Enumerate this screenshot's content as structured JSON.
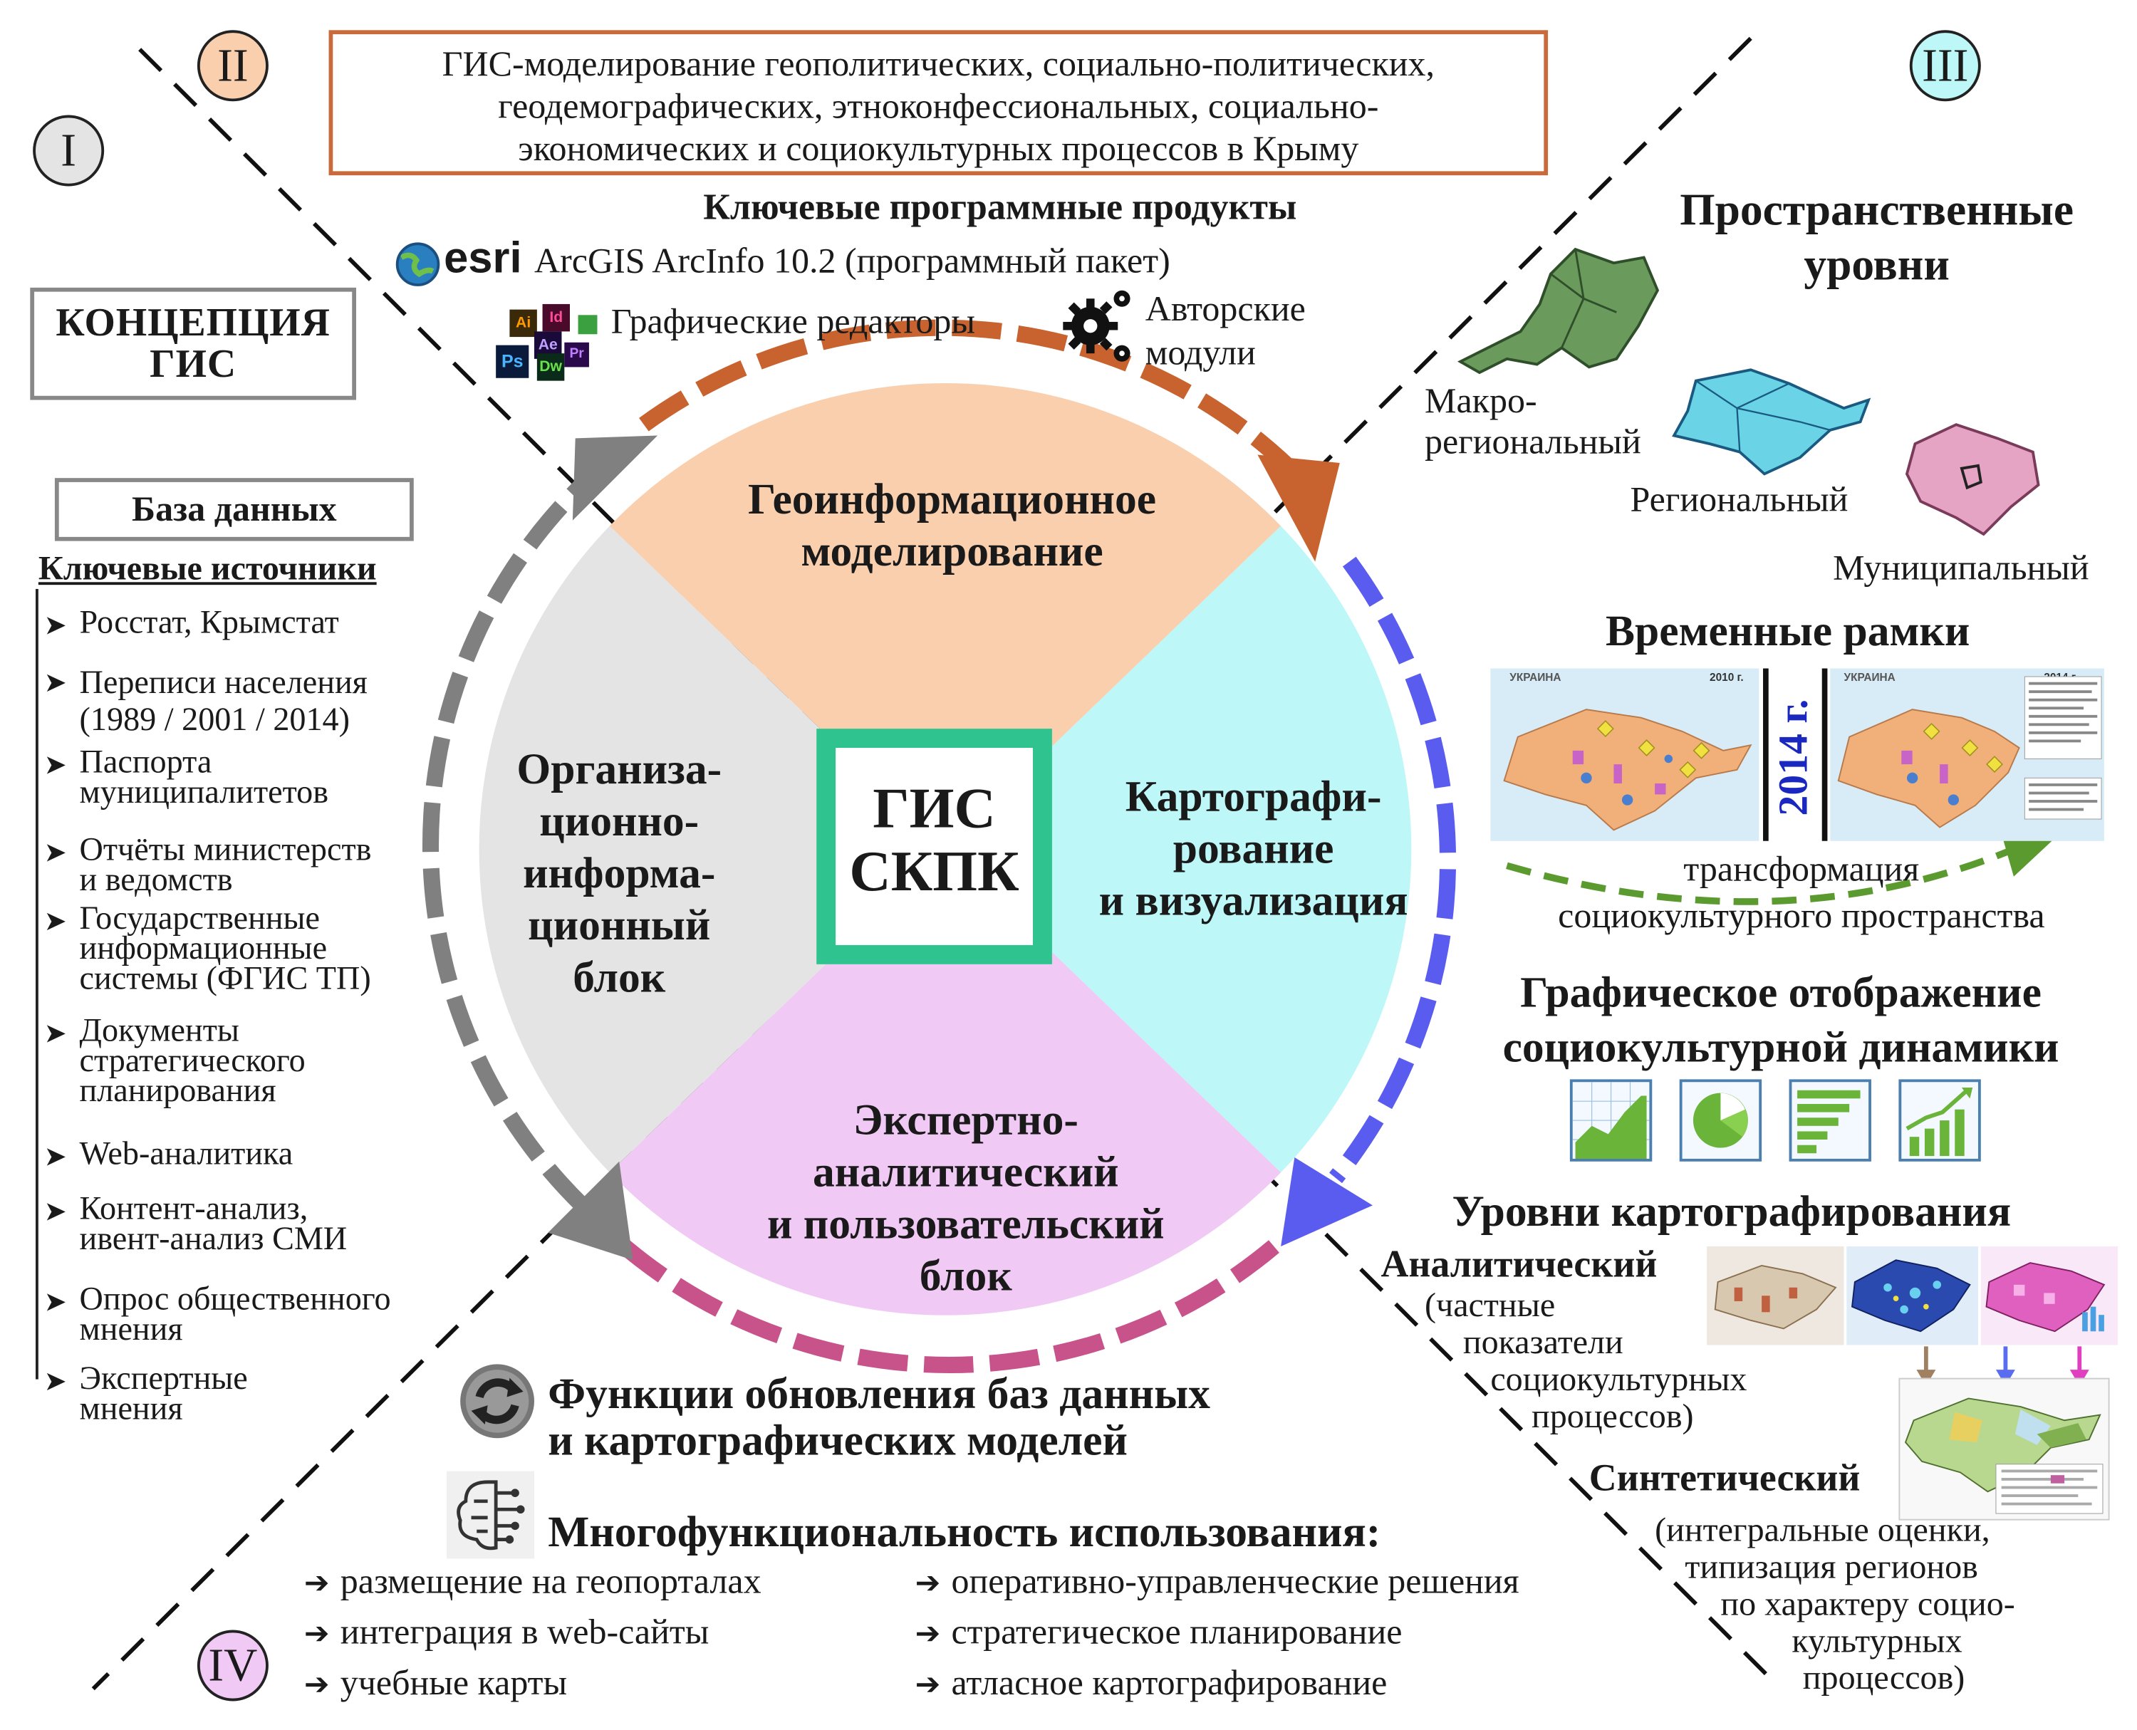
{
  "header": {
    "title_lines": [
      "ГИС-моделирование геополитических, социально-политических,",
      "геодемографических, этноконфессиональных, социально-",
      "экономических и социокультурных процессов в Крыму"
    ]
  },
  "quadrants": {
    "q1": "I",
    "q2": "II",
    "q3": "III",
    "q4": "IV"
  },
  "concept_lines": [
    "КОНЦЕПЦИЯ",
    "ГИС"
  ],
  "software": {
    "heading": "Ключевые программные продукты",
    "esri_logo": "esri",
    "arcgis": "ArcGIS ArcInfo 10.2 (программный пакет)",
    "graphics": "Графические редакторы",
    "modules_lines": [
      "Авторские",
      "модули"
    ],
    "adobe_icons": [
      "Ai",
      "Id",
      "Ae",
      "Ps",
      "Dw",
      "Pr"
    ],
    "icons": {
      "globe": "globe-icon",
      "gear": "gear-icon"
    }
  },
  "database": {
    "title": "База данных",
    "sources_title": "Ключевые источники",
    "sources": [
      "Росстат, Крымстат",
      "Переписи населения\n(1989 / 2001 / 2014)",
      "Паспорта\nмуниципалитетов",
      "Отчёты министерств\nи ведомств",
      "Государственные\nинформационные\nсистемы (ФГИС ТП)",
      "Документы\nстратегического\nпланирования",
      "Web-аналитика",
      "Контент-анализ,\nивент-анализ СМИ",
      "Опрос общественного\nмнения",
      "Экспертные\nмнения"
    ]
  },
  "center": {
    "lines": [
      "ГИС",
      "СКПК"
    ]
  },
  "sectors": {
    "top": "Геоинформационное\nмоделирование",
    "right": "Картографи-\nрование\nи визуализация",
    "bottom": "Экспертно-\nаналитический\nи пользовательский\nблок",
    "left": "Организа-\nционно-\nинформа-\nционный\nблок"
  },
  "colors": {
    "top_fill": "#f9cfae",
    "top_arc": "#c8622e",
    "right_fill": "#bdf7f7",
    "right_arc": "#5a5cf0",
    "bottom_fill": "#f0c9f5",
    "bottom_arc": "#c8528a",
    "left_fill": "#e4e4e4",
    "left_arc": "#808080",
    "center_border": "#2fc48f"
  },
  "spatial": {
    "heading_lines": [
      "Пространственные",
      "уровни"
    ],
    "levels": [
      {
        "label_lines": [
          "Макро-",
          "региональный"
        ],
        "color": "#6a9a5c"
      },
      {
        "label_lines": [
          "Региональный"
        ],
        "color": "#6ad4e6"
      },
      {
        "label_lines": [
          "Муниципальный"
        ],
        "color": "#e6a4c4"
      }
    ]
  },
  "time": {
    "heading": "Временные рамки",
    "year": "2014 г.",
    "caption_lines": [
      "трансформация",
      "социокультурного пространства"
    ],
    "map_left_label": "УКРАИНА",
    "map_right_label": "УКРАИНА",
    "map_left_year": "2010 г.",
    "map_right_year": "2014 г."
  },
  "graphics": {
    "heading_lines": [
      "Графическое отображение",
      "социокультурной динамики"
    ],
    "icons": [
      "area-chart-icon",
      "pie-chart-icon",
      "bar-chart-icon",
      "growth-chart-icon"
    ]
  },
  "mapping": {
    "heading": "Уровни картографирования",
    "analytic_title": "Аналитический",
    "analytic_desc_lines": [
      "(частные",
      "показатели",
      "социокультурных",
      "процессов)"
    ],
    "synthetic_title": "Синтетический",
    "synthetic_desc_lines": [
      "(интегральные оценки,",
      "типизация регионов",
      "по характеру социо-",
      "культурных",
      "процессов)"
    ],
    "arrow_colors": [
      "#a08060",
      "#5a6cf0",
      "#e040c0"
    ]
  },
  "functions": {
    "update_lines": [
      "Функции обновления баз данных",
      "и картографических моделей"
    ],
    "multi_heading": "Многофункциональность использования:",
    "uses_left": [
      "размещение на геопорталах",
      "интеграция в web-сайты",
      "учебные карты"
    ],
    "uses_right": [
      "оперативно-управленческие решения",
      "стратегическое планирование",
      "атласное картографирование"
    ],
    "icons": {
      "refresh": "refresh-icon",
      "ai": "ai-chip-icon",
      "arrow": "➔"
    }
  }
}
